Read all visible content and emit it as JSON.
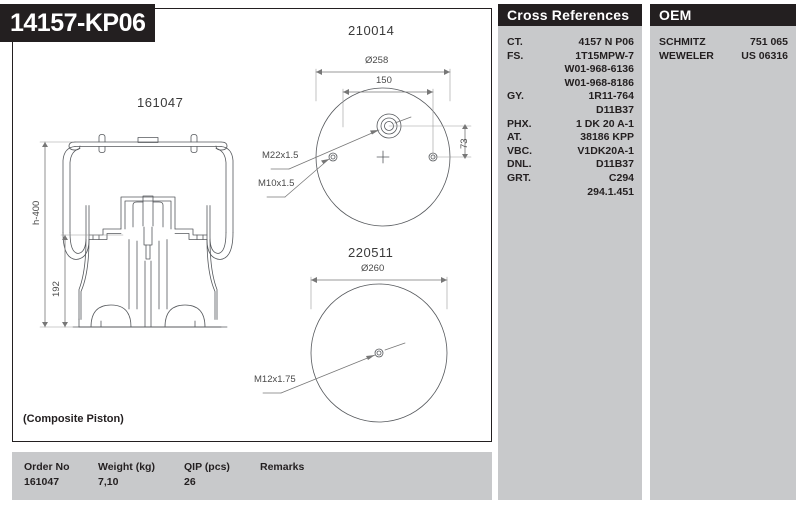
{
  "header": {
    "part_number": "14157-KP06"
  },
  "drawing": {
    "main_view_label": "161047",
    "top_view_label": "210014",
    "bottom_view_label": "220511",
    "note": "(Composite Piston)",
    "dimensions": {
      "height_overall": "h-400",
      "height_secondary": "192",
      "top_diameter": "Ø258",
      "top_bolt_spacing": "150",
      "top_offset": "73",
      "top_thread_large": "M22x1.5",
      "top_thread_small": "M10x1.5",
      "bottom_diameter": "Ø260",
      "bottom_thread": "M12x1.75"
    }
  },
  "cross_references": {
    "title": "Cross References",
    "rows": [
      {
        "brand": "CT.",
        "code": "4157 N P06"
      },
      {
        "brand": "FS.",
        "code": "1T15MPW-7"
      },
      {
        "brand": "",
        "code": "W01-968-6136"
      },
      {
        "brand": "",
        "code": "W01-968-8186"
      },
      {
        "brand": "GY.",
        "code": "1R11-764"
      },
      {
        "brand": "",
        "code": "D11B37"
      },
      {
        "brand": "PHX.",
        "code": "1 DK 20 A-1"
      },
      {
        "brand": "AT.",
        "code": "38186 KPP"
      },
      {
        "brand": "VBC.",
        "code": "V1DK20A-1"
      },
      {
        "brand": "DNL.",
        "code": "D11B37"
      },
      {
        "brand": "GRT.",
        "code": "C294"
      },
      {
        "brand": "",
        "code": "294.1.451"
      }
    ]
  },
  "oem": {
    "title": "OEM",
    "rows": [
      {
        "brand": "SCHMITZ",
        "code": "751 065"
      },
      {
        "brand": "WEWELER",
        "code": "US 06316"
      }
    ]
  },
  "order_table": {
    "headers": [
      "Order No",
      "Weight (kg)",
      "QIP (pcs)",
      "Remarks"
    ],
    "values": [
      "161047",
      "7,10",
      "26",
      ""
    ]
  },
  "colors": {
    "header_dark": "#231f20",
    "panel_gray": "#c8c9cb",
    "line": "#4a4a4a",
    "text": "#231f20"
  }
}
